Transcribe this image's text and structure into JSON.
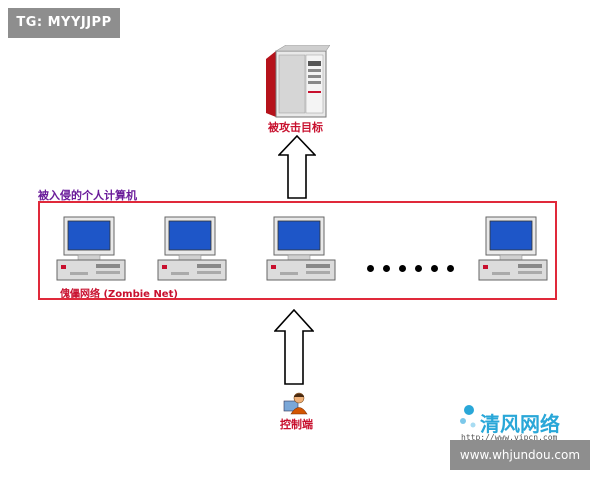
{
  "watermark_top": {
    "text": "TG: MYYJJPP"
  },
  "target": {
    "label": "被攻击目标"
  },
  "botnet": {
    "group_label": "被入侵的个人计算机",
    "net_label": "傀儡网络 (Zombie Net)",
    "computer_count_visible": 4
  },
  "controller": {
    "label": "控制端"
  },
  "watermark_bottom": {
    "brand": "清风网络",
    "url_small": "http://www.vipcn.com",
    "site": "www.whjundou.com"
  },
  "colors": {
    "frame_red": "#e0293a",
    "label_red": "#c8102e",
    "label_purple": "#6a1b9a",
    "screen_blue": "#1e56c8"
  }
}
